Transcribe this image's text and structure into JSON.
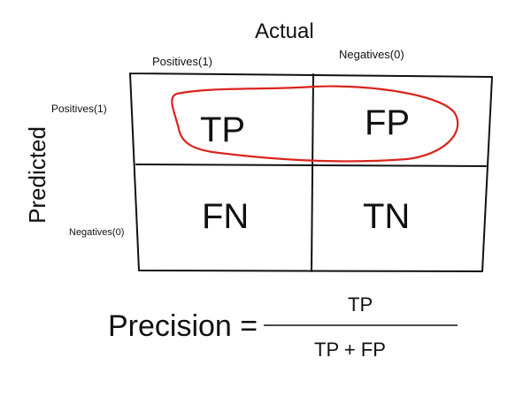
{
  "matrix": {
    "actual_label": "Actual",
    "predicted_label": "Predicted",
    "columns": [
      "Positives(1)",
      "Negatives(0)"
    ],
    "rows": [
      "Positives(1)",
      "Negatives(0)"
    ],
    "cells": {
      "tp": "TP",
      "fp": "FP",
      "fn": "FN",
      "tn": "TN"
    }
  },
  "formula": {
    "lhs": "Precision =",
    "numerator": "TP",
    "denominator": "TP + FP"
  },
  "colors": {
    "ink": "#111111",
    "highlight": "#d9241c"
  }
}
